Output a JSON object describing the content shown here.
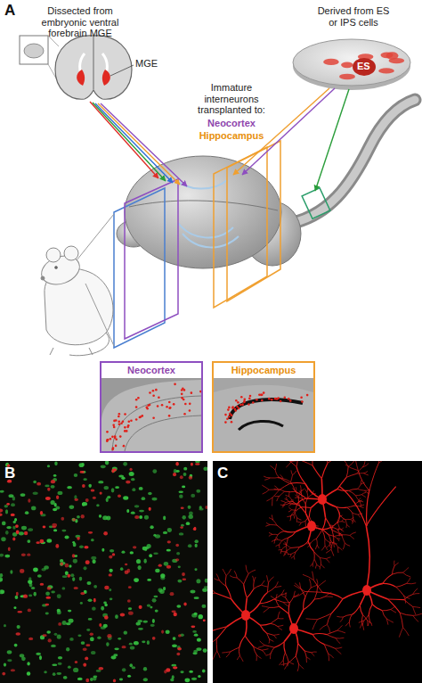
{
  "diagram": {
    "nodes": [
      {
        "text": [
          "Neocortex"
        ]
      },
      {
        "text": [
          "Hippocampus"
        ]
      }
    ],
    "labels": [
      "A",
      "Dissected from embryonic ventral forebrain MGE",
      "MGE",
      "Derived from ES or IPS cells",
      "ES",
      "Immature interneurons transplanted to:",
      "Neocortex",
      "Hippocampus",
      "B",
      "C"
    ]
  }
}
